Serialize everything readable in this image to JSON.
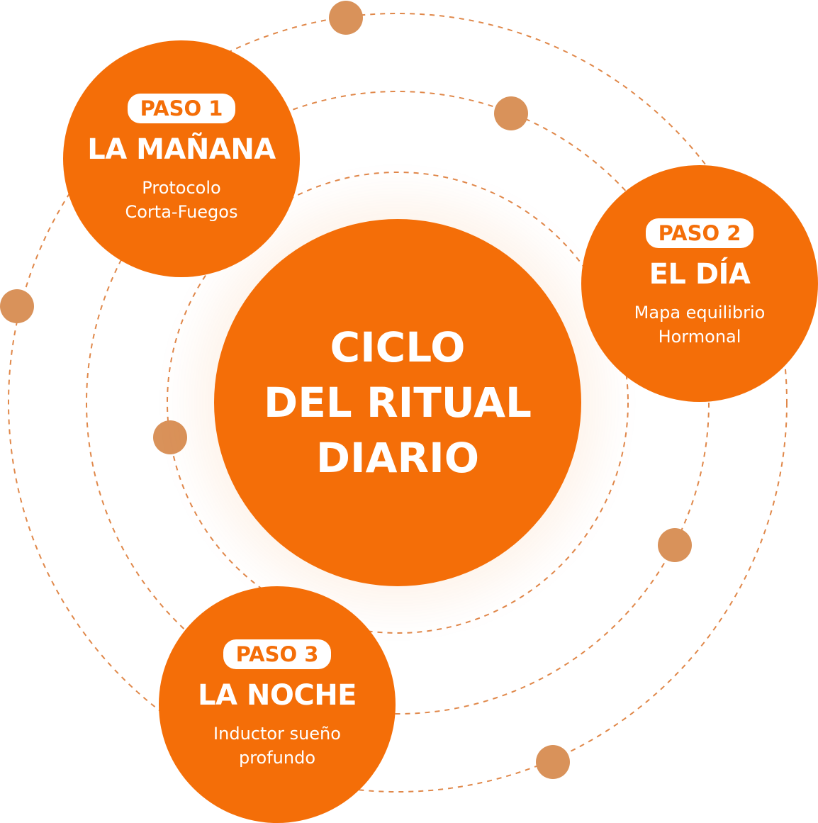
{
  "colors": {
    "accent": "#f46e08",
    "dot": "#d9925a",
    "orbit": "#e0884a"
  },
  "center": {
    "lines": [
      "CICLO",
      "DEL RITUAL",
      "DIARIO"
    ]
  },
  "steps": [
    {
      "badge": "PASO 1",
      "title": "LA MAÑANA",
      "sub": [
        "Protocolo",
        "Corta-Fuegos"
      ]
    },
    {
      "badge": "PASO 2",
      "title": "EL DÍA",
      "sub": [
        "Mapa equilibrio",
        "Hormonal"
      ]
    },
    {
      "badge": "PASO 3",
      "title": "LA NOCHE",
      "sub": [
        "Inductor sueño",
        "profundo"
      ]
    }
  ]
}
